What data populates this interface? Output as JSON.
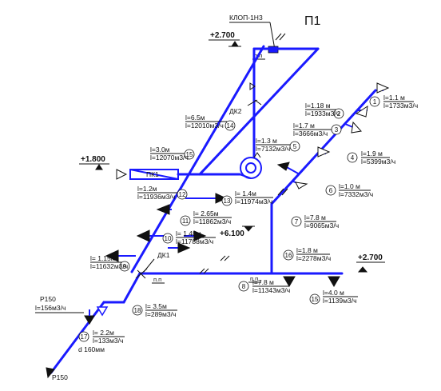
{
  "title": "П1",
  "valve_label": "КЛОП-1Н3",
  "levels": {
    "top": "+2.700",
    "left": "+1.800",
    "mid": "+6.100",
    "right": "+2.700"
  },
  "labels": {
    "pl1": "п.п",
    "pl2": "п.п",
    "pl3": "п.п",
    "dk2": "ДК2",
    "dk1": "ДК1",
    "pk1": "ПК1",
    "p150a": "Р150",
    "p150b": "Р150",
    "p150a_flow": "l=156м3/ч",
    "d160": "d 160мм"
  },
  "segments": [
    {
      "n": "1",
      "l": "l=1.1 м",
      "q": "l=1733м3/ч"
    },
    {
      "n": "2",
      "l": "l=1.18 м",
      "q": "l=1933м3/ч"
    },
    {
      "n": "3",
      "l": "l=1.7 м",
      "q": "l=3666м3/ч"
    },
    {
      "n": "4",
      "l": "l=1.9 м",
      "q": "l=5399м3/ч"
    },
    {
      "n": "5",
      "l": "l=1.3 м",
      "q": "l=7132м3/ч"
    },
    {
      "n": "6",
      "l": "l=1.0 м",
      "q": "l=7332м3/ч"
    },
    {
      "n": "7",
      "l": "l=7.8 м",
      "q": "l=9065м3/ч"
    },
    {
      "n": "8",
      "l": "l=7.8 м",
      "q": "l=11343м3/ч"
    },
    {
      "n": "9",
      "l": "l= 1.15м",
      "q": "l=11632м3/ч"
    },
    {
      "n": "10",
      "l": "l= 1.48м",
      "q": "l=11788м3/ч"
    },
    {
      "n": "11",
      "l": "l= 2.65м",
      "q": "l=11862м3/ч"
    },
    {
      "n": "12",
      "l": "l=1.2м",
      "q": "l=11936м3/ч"
    },
    {
      "n": "13",
      "l": "l= 1.4м",
      "q": "l=11974м3/ч"
    },
    {
      "n": "14",
      "l": "l=6.5м",
      "q": "l=12010м3/ч"
    },
    {
      "n": "15",
      "l": "l=3.0м",
      "q": "l=12070м3/ч"
    },
    {
      "n": "15b",
      "l": "l=4.0 м",
      "q": "l=1139м3/ч"
    },
    {
      "n": "16",
      "l": "l=1.8 м",
      "q": "l=2278м3/ч"
    },
    {
      "n": "17",
      "l": "l= 2.2м",
      "q": "l=133м3/ч"
    },
    {
      "n": "18",
      "l": "l= 3.5м",
      "q": "l=289м3/ч"
    }
  ]
}
